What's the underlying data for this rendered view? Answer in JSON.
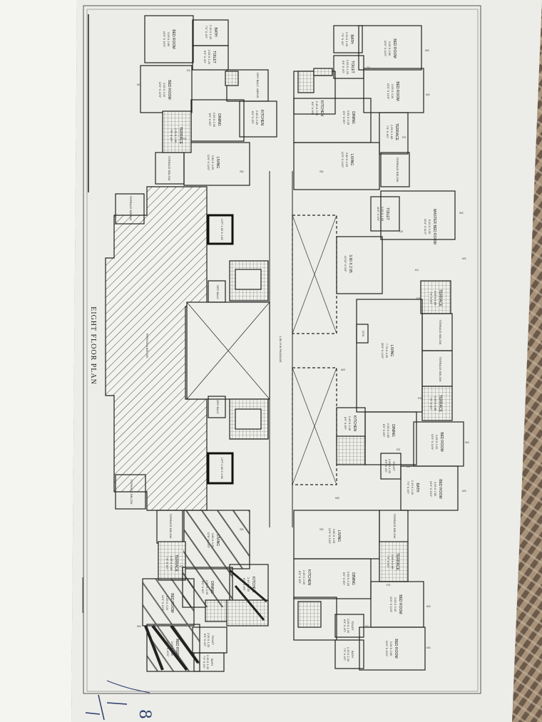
{
  "drawing": {
    "title": "EIGHT FLOOR PLAN",
    "passage_label": "1.80 M W PASSAGE",
    "ots_label": "OTS",
    "handwritten_mark": "8"
  },
  "rooms_top_left": [
    {
      "id": "bed1",
      "name": "BED ROOM",
      "dims": "3.05 X 2.80",
      "ft": "10'0\" X 10'0\""
    },
    {
      "id": "bath1",
      "name": "BATH",
      "dims": "2.15 X 1.20",
      "ft": "7'0\" X 4'0\""
    },
    {
      "id": "toilet1",
      "name": "TOILET",
      "dims": "2.05 X 1.20",
      "ft": "6'9\" X 4'0\""
    },
    {
      "id": "bed2",
      "name": "BED ROOM",
      "dims": "3.05 X 3.20",
      "ft": "10'0\" X 10'6\""
    },
    {
      "id": "kitchen1",
      "name": "KITCHEN",
      "dims": "2.45 X 2.05",
      "ft": "8'0\" X 6'9\""
    },
    {
      "id": "dry1",
      "name": "DRY BALC. ABOVE",
      "dims": "",
      "ft": ""
    },
    {
      "id": "dining1",
      "name": "DINING",
      "dims": "2.55 X 2.25",
      "ft": "8'0\" X 8'0\""
    },
    {
      "id": "living1",
      "name": "LIVING",
      "dims": "3.80 X 4.25",
      "ft": "12'6\" X 14'0\""
    },
    {
      "id": "terrace1",
      "name": "TERRACE",
      "dims": "2.25 X 1.85",
      "ft": "7'6\" X 6'0\""
    },
    {
      "id": "tb1",
      "name": "TERRACE BELOW",
      "dims": "",
      "ft": ""
    }
  ],
  "rooms_top_right": [
    {
      "id": "bed3",
      "name": "BED ROOM",
      "dims": "3.05 X 2.80",
      "ft": "10'0\" X 10'0\""
    },
    {
      "id": "bath3",
      "name": "BATH",
      "dims": "2.15 X 1.20",
      "ft": "7'0\" X 4'0\""
    },
    {
      "id": "toilet3",
      "name": "TOILET",
      "dims": "2.05 X 1.20",
      "ft": "6'9\" X 4'0\""
    },
    {
      "id": "bed4",
      "name": "BED ROOM",
      "dims": "3.05 X 3.20",
      "ft": "10'0\" X 10'6\""
    },
    {
      "id": "kitchen3",
      "name": "KITCHEN",
      "dims": "2.45 X 2.05",
      "ft": "8'0\" X 6'9\""
    },
    {
      "id": "dining3",
      "name": "DINING",
      "dims": "2.55 X 2.25",
      "ft": "8'0\" X 8'0\""
    },
    {
      "id": "living3",
      "name": "LIVING",
      "dims": "3.80 X 4.25",
      "ft": "12'6\" X 14'0\""
    },
    {
      "id": "terrace3",
      "name": "TERRACE",
      "dims": "2.25 X 1.85",
      "ft": "7'6\" X 6'0\""
    },
    {
      "id": "tb3",
      "name": "TERRACE BELOW",
      "dims": "",
      "ft": ""
    }
  ],
  "rooms_middle_right": [
    {
      "id": "toilet5",
      "name": "TOILET",
      "dims": "3.05 X 1.65",
      "ft": "10'0\" X 5'5\""
    },
    {
      "id": "master",
      "name": "MASTER BED ROOM",
      "dims": "6.20 X 3.30",
      "ft": "20'4\" X 11'0\""
    },
    {
      "id": "room5",
      "name": "3.90 X 2.95",
      "dims": "",
      "ft": "12'10\" X 9'8\""
    },
    {
      "id": "terrace5",
      "name": "TERRACE",
      "dims": "2.25 X 1.85",
      "ft": "7'6\" X 6'0\""
    },
    {
      "id": "tb5",
      "name": "TERRACE BELOW",
      "dims": "",
      "ft": ""
    },
    {
      "id": "living5",
      "name": "LIVING",
      "dims": "7.75 X 4.25",
      "ft": "25'6\" X 14'0\""
    },
    {
      "id": "tb6",
      "name": "TERRACE BELOW",
      "dims": "",
      "ft": ""
    },
    {
      "id": "terrace6",
      "name": "TERRACE",
      "dims": "2.25 X 1.85",
      "ft": "7'6\" X 6'0\""
    },
    {
      "id": "kitchen5",
      "name": "KITCHEN",
      "dims": "2.45 X 2.45",
      "ft": "8'0\" X 8'0\""
    },
    {
      "id": "dining5",
      "name": "DINING",
      "dims": "2.55 X 2.65",
      "ft": "8'0\" X 8'9\""
    },
    {
      "id": "bed5",
      "name": "BED ROOM",
      "dims": "3.05 X 3.20",
      "ft": "10'0\" X 10'6\""
    },
    {
      "id": "toilet6",
      "name": "TOILET",
      "dims": "2.05 X 1.20",
      "ft": "6'9\" X 4'0\""
    },
    {
      "id": "bath6",
      "name": "BATH",
      "dims": "2.15 X 1.20",
      "ft": "7'0\" X 4'0\""
    },
    {
      "id": "bed6",
      "name": "BED ROOM",
      "dims": "3.05 X 2.80",
      "ft": "10'0\" X 10'0\""
    }
  ],
  "rooms_bottom_left": [
    {
      "id": "tb7",
      "name": "TERRACE BELOW",
      "dims": "",
      "ft": ""
    },
    {
      "id": "living7",
      "name": "LIVING",
      "dims": "3.80 X 4.25",
      "ft": "12'6\" X 14'0\""
    },
    {
      "id": "terrace7",
      "name": "TERRACE",
      "dims": "2.25 X 1.85",
      "ft": "7'6\" X 6'0\""
    },
    {
      "id": "kitchen7",
      "name": "KITCHEN",
      "dims": "2.45 X 2.05",
      "ft": "8'0\" X 6'9\""
    },
    {
      "id": "dining7",
      "name": "DINING",
      "dims": "2.55 X 2.25",
      "ft": "8'0\" X 8'0\""
    },
    {
      "id": "bed7",
      "name": "BED ROOM",
      "dims": "3.05 X 3.20",
      "ft": "10'0\" X 10'6\""
    },
    {
      "id": "toilet7",
      "name": "TOILET",
      "dims": "2.05 X 1.20",
      "ft": "6'9\" X 4'0\""
    },
    {
      "id": "bath7",
      "name": "BATH",
      "dims": "2.15 X 1.20",
      "ft": "7'0\" X 4'0\""
    },
    {
      "id": "bed8",
      "name": "BED ROOM",
      "dims": "3.05 X 2.80",
      "ft": "10'0\" X 10'0\""
    }
  ],
  "rooms_bottom_right": [
    {
      "id": "tb9",
      "name": "TERRACE BELOW",
      "dims": "",
      "ft": ""
    },
    {
      "id": "living9",
      "name": "LIVING",
      "dims": "3.80 X 4.25",
      "ft": "12'6\" X 14'0\""
    },
    {
      "id": "terrace9",
      "name": "TERRACE",
      "dims": "2.25 X 1.85",
      "ft": "7'6\" X 6'0\""
    },
    {
      "id": "kitchen9",
      "name": "KITCHEN",
      "dims": "2.45 X 2.05",
      "ft": "8'0\" X 6'9\""
    },
    {
      "id": "dining9",
      "name": "DINING",
      "dims": "2.55 X 2.25",
      "ft": "8'0\" X 8'0\""
    },
    {
      "id": "bed9",
      "name": "BED ROOM",
      "dims": "3.05 X 3.20",
      "ft": "10'0\" X 10'6\""
    },
    {
      "id": "toilet9",
      "name": "TOILET",
      "dims": "2.05 X 1.20",
      "ft": "6'9\" X 4'0\""
    },
    {
      "id": "bath9",
      "name": "BATH",
      "dims": "2.15 X 1.20",
      "ft": "7'0\" X 4'0\""
    },
    {
      "id": "bed10",
      "name": "BED ROOM",
      "dims": "3.05 X 2.80",
      "ft": "10'0\" X 10'0\""
    }
  ],
  "core": {
    "lift_top": "LIFT 1.60 X 1.80",
    "lift_bottom": "LIFT 1.60 X 1.80",
    "dry_balc_top": "DRY BALC",
    "dry_balc_bottom": "DRY BALC",
    "terrace_below_a": "TERRACE BELOW",
    "terrace_below_b": "TERRACE BELOW",
    "pergola": "PERGOLA BELOW"
  },
  "door_tags": [
    "W1",
    "W2",
    "D1",
    "D2",
    "FD",
    "SD"
  ]
}
